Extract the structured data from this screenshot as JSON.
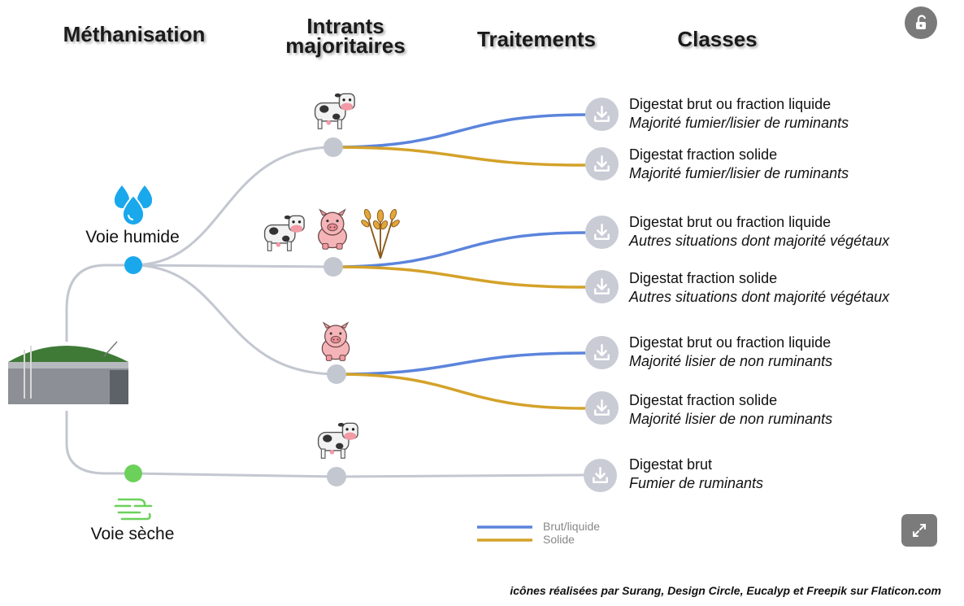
{
  "headers": {
    "methanisation": "Méthanisation",
    "intrants": "Intrants majoritaires",
    "traitements": "Traitements",
    "classes": "Classes"
  },
  "voies": {
    "humide": "Voie humide",
    "seche": "Voie sèche"
  },
  "classes": [
    {
      "title": "Digestat brut ou fraction liquide",
      "sub": "Majorité fumier/lisier de ruminants"
    },
    {
      "title": "Digestat fraction solide",
      "sub": "Majorité fumier/lisier de ruminants"
    },
    {
      "title": "Digestat brut ou fraction liquide",
      "sub": "Autres situations dont majorité végétaux"
    },
    {
      "title": "Digestat fraction solide",
      "sub": "Autres situations dont majorité végétaux"
    },
    {
      "title": "Digestat brut ou fraction liquide",
      "sub": "Majorité lisier de non ruminants"
    },
    {
      "title": "Digestat fraction solide",
      "sub": "Majorité lisier de non ruminants"
    },
    {
      "title": "Digestat brut",
      "sub": "Fumier de ruminants"
    }
  ],
  "legend": {
    "brut": "Brut/liquide",
    "solide": "Solide"
  },
  "colors": {
    "brut": "#5b84dc",
    "solide": "#d4a22a",
    "connector": "#c3c7d0",
    "voie_humide": "#19a8ec",
    "voie_seche": "#6bd15a"
  },
  "icons": {
    "intrants_row1": [
      "cow-icon"
    ],
    "intrants_row2": [
      "cow-icon",
      "pig-icon",
      "wheat-icon"
    ],
    "intrants_row3": [
      "pig-icon"
    ],
    "intrants_row4": [
      "cow-icon"
    ],
    "classes": "download-icon",
    "lock": "unlock-icon",
    "expand": "expand-icon"
  },
  "credit": "icônes réalisées par Surang, Design Circle, Eucalyp et Freepik sur Flaticon.com"
}
